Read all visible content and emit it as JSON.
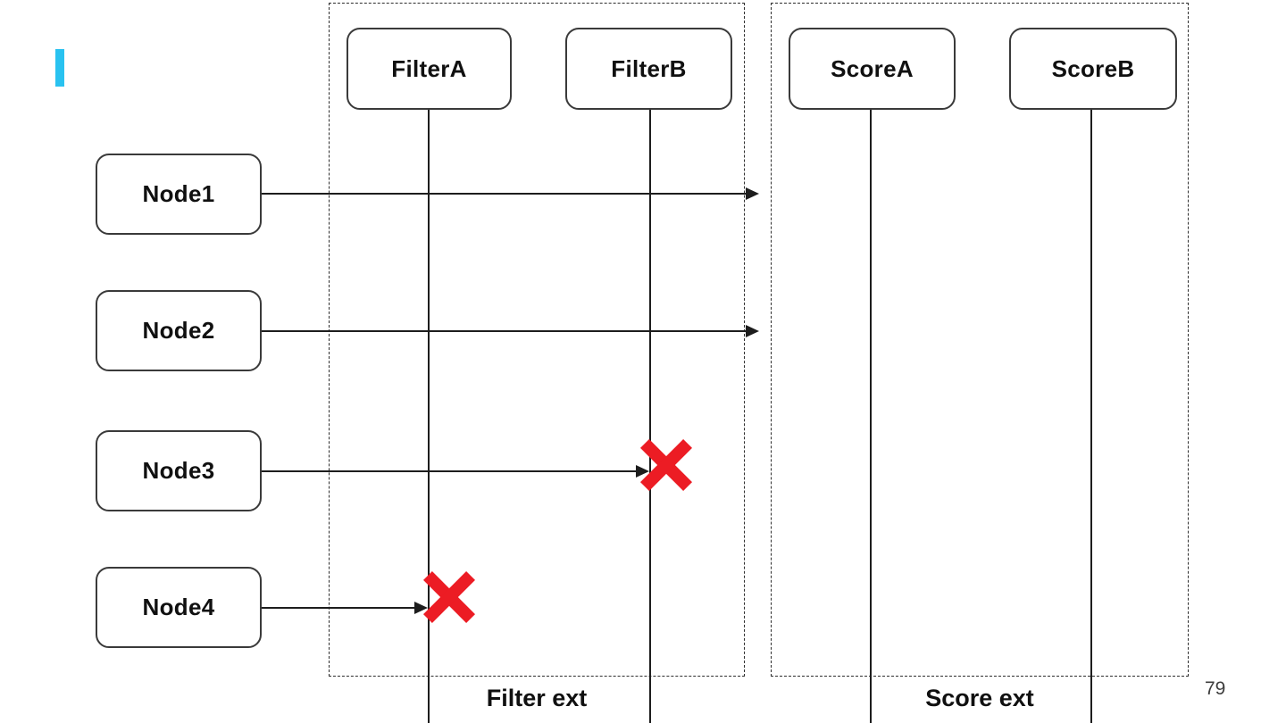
{
  "slide": {
    "page_number": "79",
    "colors": {
      "accent_bar": "#29c2f0",
      "reject_x": "#ec1c24",
      "line": "#1d1d1d",
      "box_border": "#3a3a3a",
      "background": "#ffffff"
    }
  },
  "diagram": {
    "groups": [
      {
        "label": "Filter ext",
        "columns": [
          {
            "name": "FilterA"
          },
          {
            "name": "FilterB"
          }
        ]
      },
      {
        "label": "Score ext",
        "columns": [
          {
            "name": "ScoreA"
          },
          {
            "name": "ScoreB"
          }
        ]
      }
    ],
    "nodes": [
      {
        "label": "Node1"
      },
      {
        "label": "Node2"
      },
      {
        "label": "Node3"
      },
      {
        "label": "Node4"
      }
    ],
    "icons": {
      "arrowhead": "filled-right-triangle",
      "reject_x": "heavy-red-x-cross"
    }
  }
}
